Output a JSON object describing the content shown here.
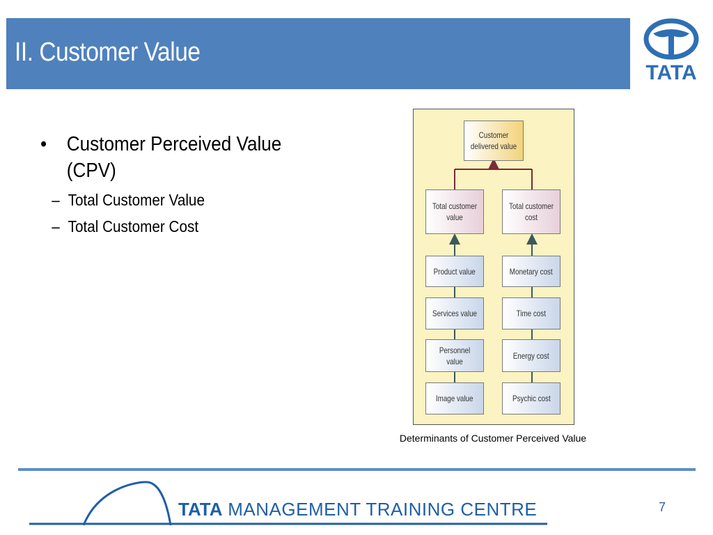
{
  "header": {
    "title": "II. Customer Value",
    "logo_text": "TATA",
    "colors": {
      "bar": "#4f81bd",
      "logo": "#2e6fb5"
    }
  },
  "content": {
    "bullet": "Customer Perceived Value (CPV)",
    "sub_bullets": [
      "Total Customer Value",
      "Total Customer Cost"
    ]
  },
  "diagram": {
    "top": "Customer delivered value",
    "left_column": {
      "header": "Total customer value",
      "items": [
        "Product value",
        "Services value",
        "Personnel value",
        "Image value"
      ]
    },
    "right_column": {
      "header": "Total customer cost",
      "items": [
        "Monetary cost",
        "Time cost",
        "Energy cost",
        "Psychic cost"
      ]
    },
    "caption": "Determinants of Customer Perceived Value"
  },
  "footer": {
    "brand": "TATA",
    "text": "MANAGEMENT TRAINING CENTRE",
    "page_number": "7"
  }
}
